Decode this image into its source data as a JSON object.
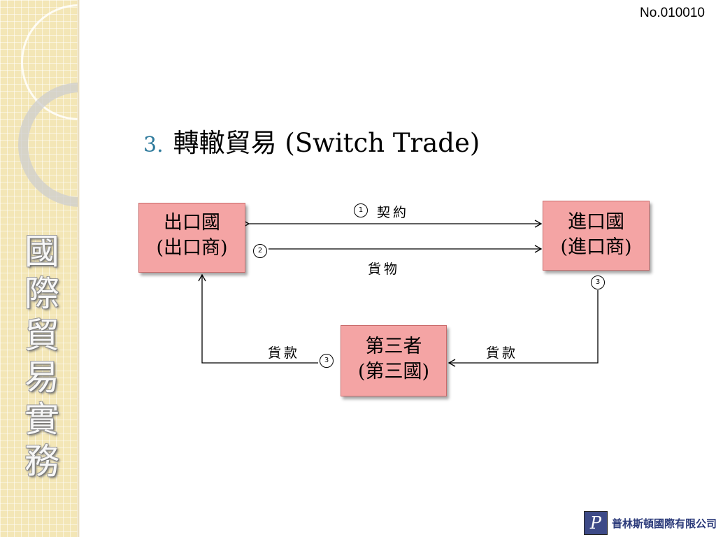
{
  "doc_number": "No.010010",
  "sidebar": {
    "vertical_title": [
      "國",
      "際",
      "貿",
      "易",
      "實",
      "務"
    ]
  },
  "title": {
    "number": "3.",
    "text": "轉轍貿易 (Switch Trade)"
  },
  "nodes": {
    "exporter": {
      "line1": "出口國",
      "line2": "(出口商)"
    },
    "importer": {
      "line1": "進口國",
      "line2": "(進口商)"
    },
    "third": {
      "line1": "第三者",
      "line2": "(第三國)"
    }
  },
  "flows": [
    {
      "step": "1",
      "label": "契約"
    },
    {
      "step": "2",
      "label": "貨物"
    },
    {
      "step": "3",
      "label_left": "貨款",
      "label_right": "貨款"
    }
  ],
  "footer": {
    "logo_glyph": "P",
    "company": "普林斯頓國際有限公司"
  }
}
